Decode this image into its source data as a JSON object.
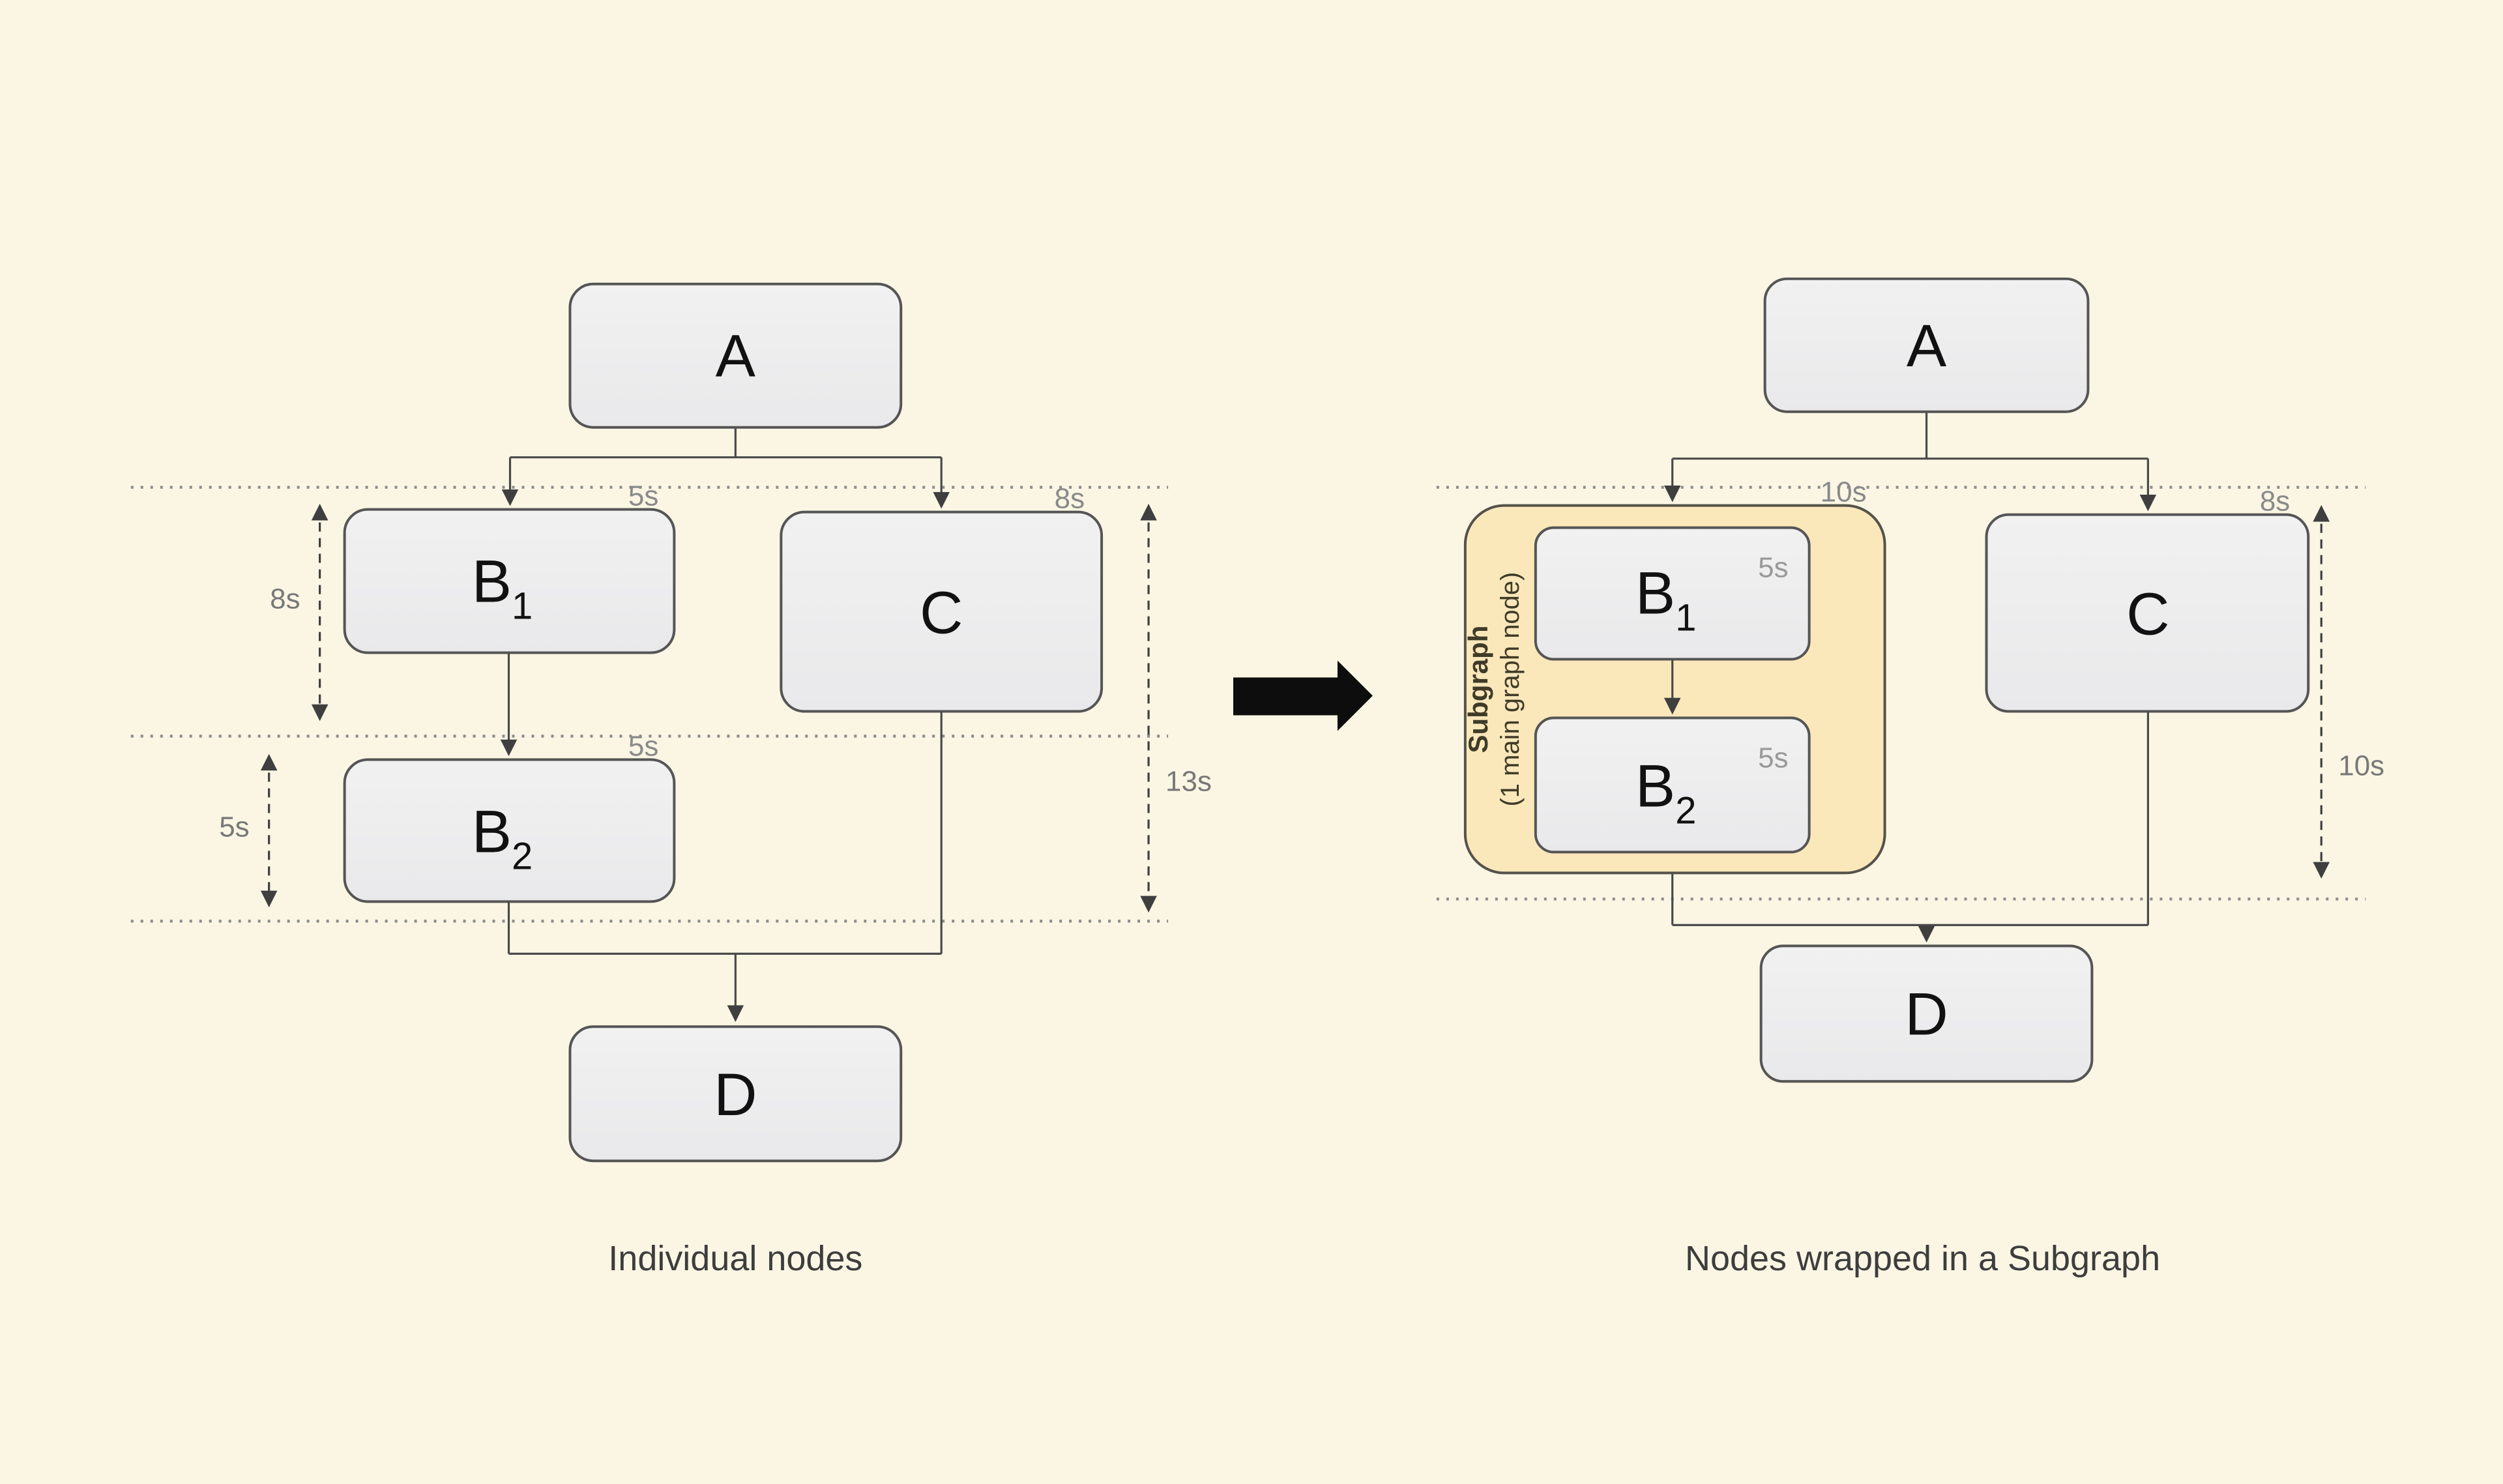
{
  "colors": {
    "background": "#FBF6E4",
    "node_fill": "#EEEEEE",
    "node_border": "#555555",
    "subgraph_fill": "#FAE8BB",
    "subgraph_border": "#55524A",
    "edge": "#4A4A4A",
    "boundary_dotted": "#8C8C8C",
    "dimension_line": "#3F3F3F",
    "small_label": "#8A8A8A",
    "caption": "#3D3D3D",
    "transform_arrow": "#0D0D0D"
  },
  "left": {
    "caption": "Individual nodes",
    "nodes": {
      "a": {
        "label": "A"
      },
      "b1": {
        "label": "B",
        "subscript": "1",
        "time": "5s"
      },
      "c": {
        "label": "C",
        "time": "8s"
      },
      "b2": {
        "label": "B",
        "subscript": "2",
        "time": "5s"
      },
      "d": {
        "label": "D"
      }
    },
    "dimensions": {
      "b1_row": "8s",
      "b2_row": "5s",
      "total": "13s"
    }
  },
  "right": {
    "caption": "Nodes wrapped in a Subgraph",
    "subgraph": {
      "title": "Subgraph",
      "subtitle": "(1 main graph node)",
      "time": "10s"
    },
    "nodes": {
      "a": {
        "label": "A"
      },
      "b1": {
        "label": "B",
        "subscript": "1",
        "time": "5s"
      },
      "c": {
        "label": "C",
        "time": "8s"
      },
      "b2": {
        "label": "B",
        "subscript": "2",
        "time": "5s"
      },
      "d": {
        "label": "D"
      }
    },
    "dimensions": {
      "total": "10s"
    }
  }
}
